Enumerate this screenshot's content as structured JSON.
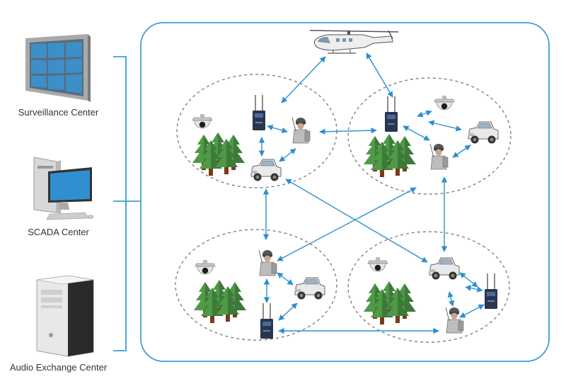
{
  "centers": [
    {
      "id": "surveillance",
      "label": "Surveillance Center",
      "icon": "video-wall-icon"
    },
    {
      "id": "scada",
      "label": "SCADA Center",
      "icon": "desktop-computer-icon"
    },
    {
      "id": "audio",
      "label": "Audio Exchange Center",
      "icon": "server-tower-icon"
    }
  ],
  "colors": {
    "frame": "#3aa0d8",
    "arrow": "#2d8fd0",
    "zone_border": "#777777",
    "tree": "#3d7a3a",
    "radio": "#2a3550"
  },
  "zones": [
    {
      "id": "zone-top-left",
      "icons": [
        "dome-camera-icon",
        "radio-base-station-icon",
        "soldier-icon",
        "vehicle-icon",
        "forest-icon"
      ]
    },
    {
      "id": "zone-top-right",
      "icons": [
        "radio-base-station-icon",
        "dome-camera-icon",
        "vehicle-icon",
        "soldier-icon",
        "forest-icon"
      ]
    },
    {
      "id": "zone-bottom-left",
      "icons": [
        "dome-camera-icon",
        "soldier-icon",
        "vehicle-icon",
        "radio-base-station-icon",
        "forest-icon"
      ]
    },
    {
      "id": "zone-bottom-right",
      "icons": [
        "dome-camera-icon",
        "vehicle-icon",
        "radio-base-station-icon",
        "soldier-icon",
        "forest-icon"
      ]
    }
  ],
  "aircraft": {
    "icon": "helicopter-icon"
  }
}
